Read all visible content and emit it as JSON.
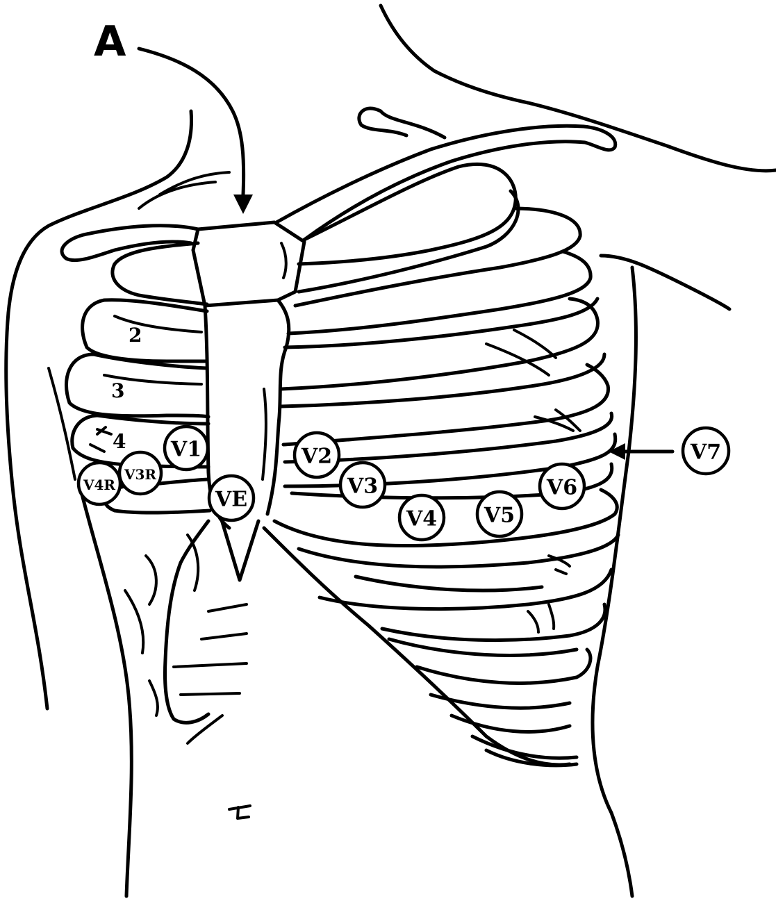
{
  "label_a": "A",
  "rib_numbers": [
    "2",
    "3",
    "4"
  ],
  "leads": {
    "v1": "V1",
    "v2": "V2",
    "v3": "V3",
    "v4": "V4",
    "v5": "V5",
    "v6": "V6",
    "v7": "V7",
    "ve": "VE",
    "v3r": "V3R",
    "v4r": "V4R"
  },
  "colors": {
    "line": "#000000",
    "background": "#ffffff"
  }
}
